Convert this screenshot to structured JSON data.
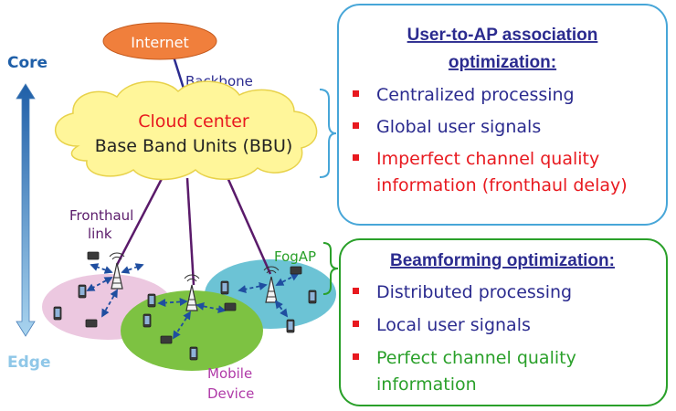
{
  "core_label": "Core",
  "edge_label": "Edge",
  "internet_label": "Internet",
  "backbone_label": "Backbone",
  "cloud": {
    "line1": "Cloud center",
    "line2": "Base Band Units (BBU)"
  },
  "fronthaul_label": [
    "Fronthaul",
    "link"
  ],
  "fogap_label": "FogAP",
  "mobile_device_label": [
    "Mobile",
    "Device"
  ],
  "panel_top": {
    "title": [
      "User-to-AP association",
      "optimization:"
    ],
    "bullets": [
      {
        "lines": [
          "Centralized processing"
        ],
        "color": "#2b2b8f"
      },
      {
        "lines": [
          "Global user signals"
        ],
        "color": "#2b2b8f"
      },
      {
        "lines": [
          "Imperfect channel quality",
          "information (fronthaul delay)"
        ],
        "color": "#e8191f"
      }
    ]
  },
  "panel_bottom": {
    "title": [
      "Beamforming optimization:"
    ],
    "bullets": [
      {
        "lines": [
          "Distributed processing"
        ],
        "color": "#2b2b8f"
      },
      {
        "lines": [
          "Local user signals"
        ],
        "color": "#2b2b8f"
      },
      {
        "lines": [
          "Perfect channel quality",
          "information"
        ],
        "color": "#2aa02a"
      }
    ]
  },
  "colors": {
    "core": "#1f5fa8",
    "edge": "#8fc7e8",
    "internet_fill": "#f07f3c",
    "cloud_fill": "#fff69a",
    "cloud_red": "#e8191f",
    "panel_top_border": "#47a6d8",
    "panel_bottom_border": "#2aa02a",
    "link_purple": "#5a1a6a",
    "fogap_green": "#2aa02a",
    "mobile_purple": "#b03aa8",
    "pink_cell": "#ecc8e0",
    "green_cell": "#7dc242",
    "cyan_cell": "#6cc3d5"
  }
}
